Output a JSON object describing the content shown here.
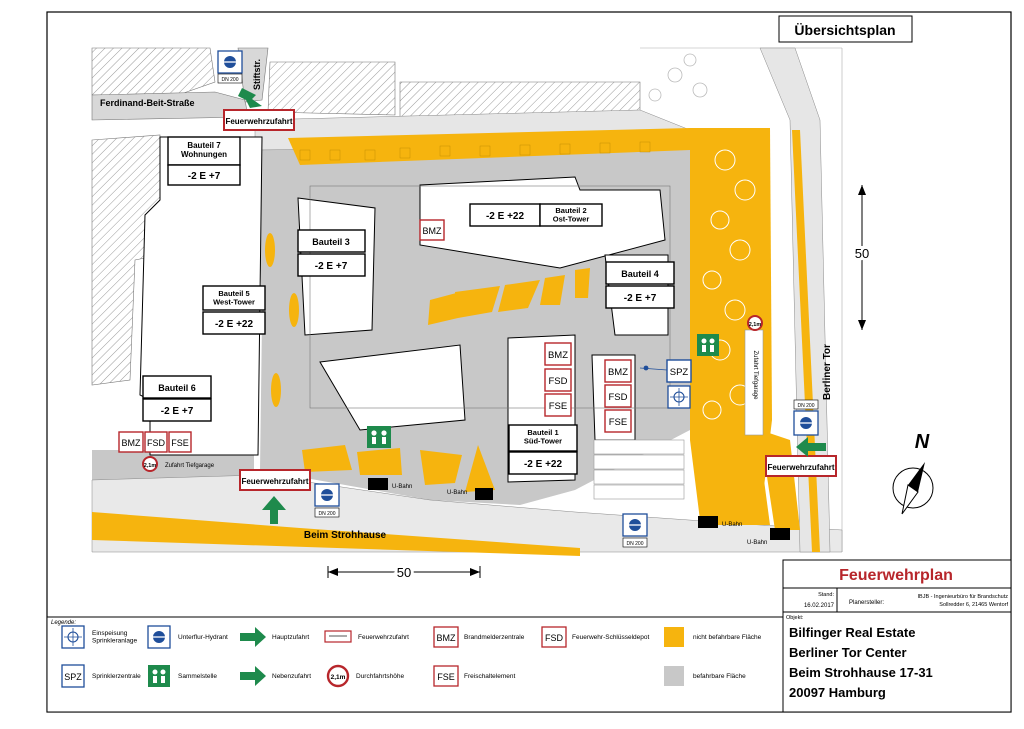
{
  "title_box": "Übersichtsplan",
  "streets": {
    "ferdinand": "Ferdinand-Beit-Straße",
    "stiftstr": "Stiftstr.",
    "strohhause": "Beim Strohhause",
    "berliner_tor": "Berliner Tor"
  },
  "buildings": {
    "b7": {
      "name": "Bauteil 7\nWohnungen",
      "floors": "-2 E +7"
    },
    "b3": {
      "name": "Bauteil 3",
      "floors": "-2 E +7"
    },
    "b2": {
      "name": "Bauteil 2\nOst-Tower",
      "floors": "-2 E +22"
    },
    "b4": {
      "name": "Bauteil 4",
      "floors": "-2 E +7"
    },
    "b5": {
      "name": "Bauteil 5\nWest-Tower",
      "floors": "-2 E +22"
    },
    "b6": {
      "name": "Bauteil 6",
      "floors": "-2 E +7"
    },
    "b1": {
      "name": "Bauteil 1\nSüd-Tower",
      "floors": "-2 E +22"
    }
  },
  "labels": {
    "feuerwehrzufahrt": "Feuerwehrzufahrt",
    "bmz": "BMZ",
    "fsd": "FSD",
    "fse": "FSE",
    "spz": "SPZ",
    "dn": "DN 200",
    "ubahn": "U-Bahn",
    "zufahrt_tiefgarage": "Zufahrt Tiefgarage",
    "height": "2,1m",
    "scale_h": "50",
    "scale_v": "50",
    "north": "N"
  },
  "title_block": {
    "plan_title": "Feuerwehrplan",
    "stand_label": "Stand:",
    "stand_date": "16.02.2017",
    "planer_label": "Planersteller:",
    "planer_line1": "IBJB - Ingenieurbüro für Brandschutz",
    "planer_line2": "Sollredder 6, 21465 Wentorf",
    "objekt_label": "Objekt:",
    "objekt_lines": [
      "Bilfinger Real Estate",
      "Berliner Tor Center",
      "Beim Strohhause 17-31",
      "20097 Hamburg"
    ]
  },
  "legend": {
    "title": "Legende:",
    "items": [
      {
        "icon": "sprinkler-feed-icon",
        "text": "Einspeisung\nSprinkleranlage"
      },
      {
        "icon": "hydrant-icon",
        "text": "Unterflur-Hydrant"
      },
      {
        "icon": "main-access-arrow-icon",
        "text": "Hauptzufahrt"
      },
      {
        "icon": "fire-access-sign-icon",
        "text": "Feuerwehrzufahrt"
      },
      {
        "icon": "bmz-icon",
        "text": "Brandmelderzentrale"
      },
      {
        "icon": "fsd-icon",
        "text": "Feuerwehr-Schlüsseldepot"
      },
      {
        "icon": "orange-area-icon",
        "text": "nicht befahrbare Fläche"
      },
      {
        "icon": "spz-icon",
        "text": "Sprinklerzentrale"
      },
      {
        "icon": "assembly-point-icon",
        "text": "Sammelstelle"
      },
      {
        "icon": "side-access-arrow-icon",
        "text": "Nebenzufahrt"
      },
      {
        "icon": "height-limit-icon",
        "text": "Durchfahrtshöhe"
      },
      {
        "icon": "fse-icon",
        "text": "Freischaltelement"
      },
      {
        "icon": "grey-area-icon",
        "text": "befahrbare Fläche"
      }
    ]
  },
  "colors": {
    "orange": "#F6B40E",
    "grey": "#C8C8C8",
    "red": "#B7262B",
    "green": "#1E8A4C",
    "blue": "#1F4E9A"
  }
}
